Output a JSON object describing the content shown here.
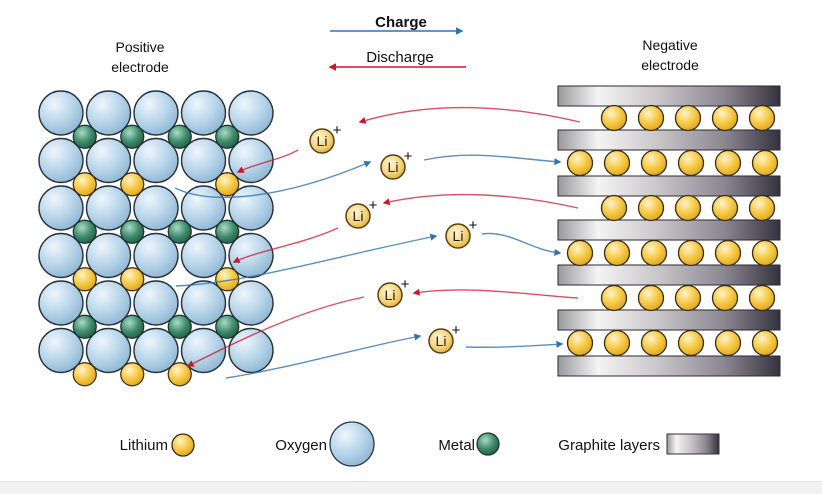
{
  "title": "Lithium-ion battery charge/discharge diagram",
  "direction_legend": {
    "charge": {
      "label": "Charge",
      "direction": "right",
      "color": "#2e74b0"
    },
    "discharge": {
      "label": "Discharge",
      "direction": "left",
      "color": "#d0142c"
    }
  },
  "electrodes": {
    "positive": {
      "label_line1": "Positive",
      "label_line2": "electrode",
      "oxygen_rows": 6,
      "oxygen_cols": 5
    },
    "negative": {
      "label_line1": "Negative",
      "label_line2": "electrode",
      "graphite_layers": 7
    }
  },
  "ion": {
    "symbol": "Li",
    "charge": "+"
  },
  "ions_in_transit": [
    {
      "id": 1,
      "direction": "discharge"
    },
    {
      "id": 2,
      "direction": "charge"
    },
    {
      "id": 3,
      "direction": "discharge"
    },
    {
      "id": 4,
      "direction": "charge"
    },
    {
      "id": 5,
      "direction": "discharge"
    },
    {
      "id": 6,
      "direction": "charge"
    }
  ],
  "legend": [
    {
      "label": "Lithium",
      "key": "lithium"
    },
    {
      "label": "Oxygen",
      "key": "oxygen"
    },
    {
      "label": "Metal",
      "key": "metal"
    },
    {
      "label": "Graphite layers",
      "key": "graphite"
    }
  ],
  "colors": {
    "lithium": "#f5c842",
    "oxygen": "#b9d6ea",
    "metal": "#3f8a6e",
    "graphite_light": "#f2f2f2",
    "graphite_dark": "#3a3a48",
    "charge_arrow": "#2e74b0",
    "discharge_arrow": "#d0142c"
  }
}
